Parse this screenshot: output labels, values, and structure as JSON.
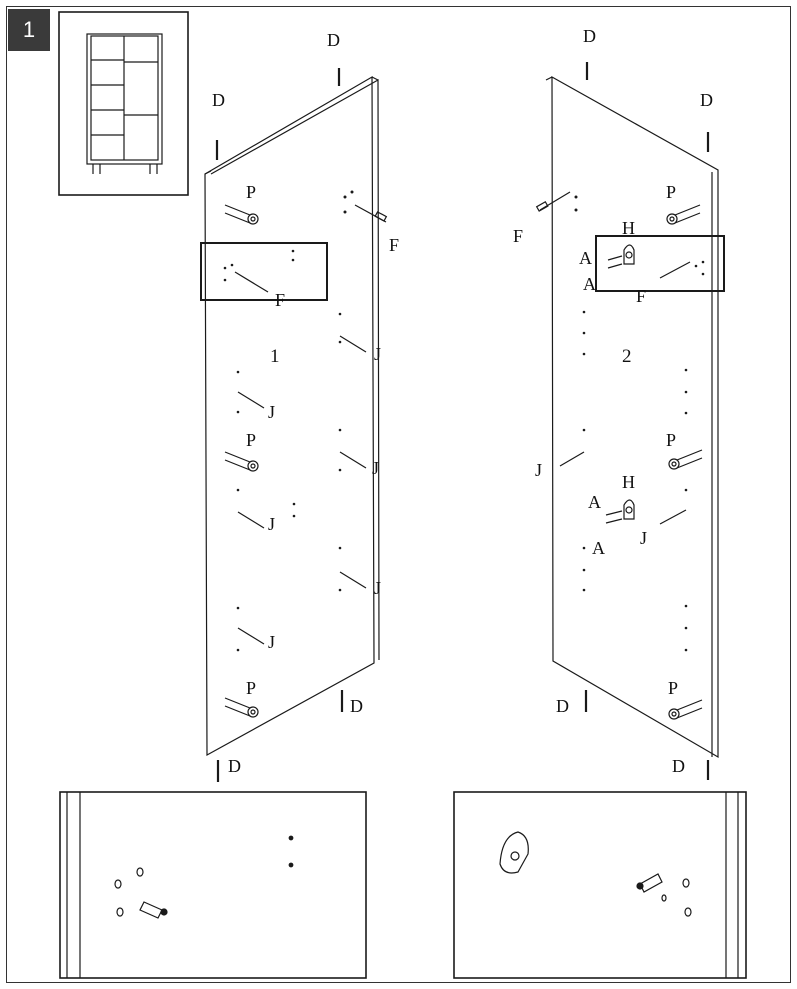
{
  "step_number": "1",
  "panel_left": {
    "number": "1",
    "labels": {
      "dowel": "D",
      "cam_post": "P",
      "screw_long": "F",
      "pin": "J"
    }
  },
  "panel_right": {
    "number": "2",
    "labels": {
      "dowel": "D",
      "cam_post": "P",
      "screw_long": "F",
      "pin": "J",
      "bracket": "H",
      "screw_short": "A"
    }
  },
  "colors": {
    "line": "#1a1a1a",
    "badge": "#3a3a3a"
  }
}
